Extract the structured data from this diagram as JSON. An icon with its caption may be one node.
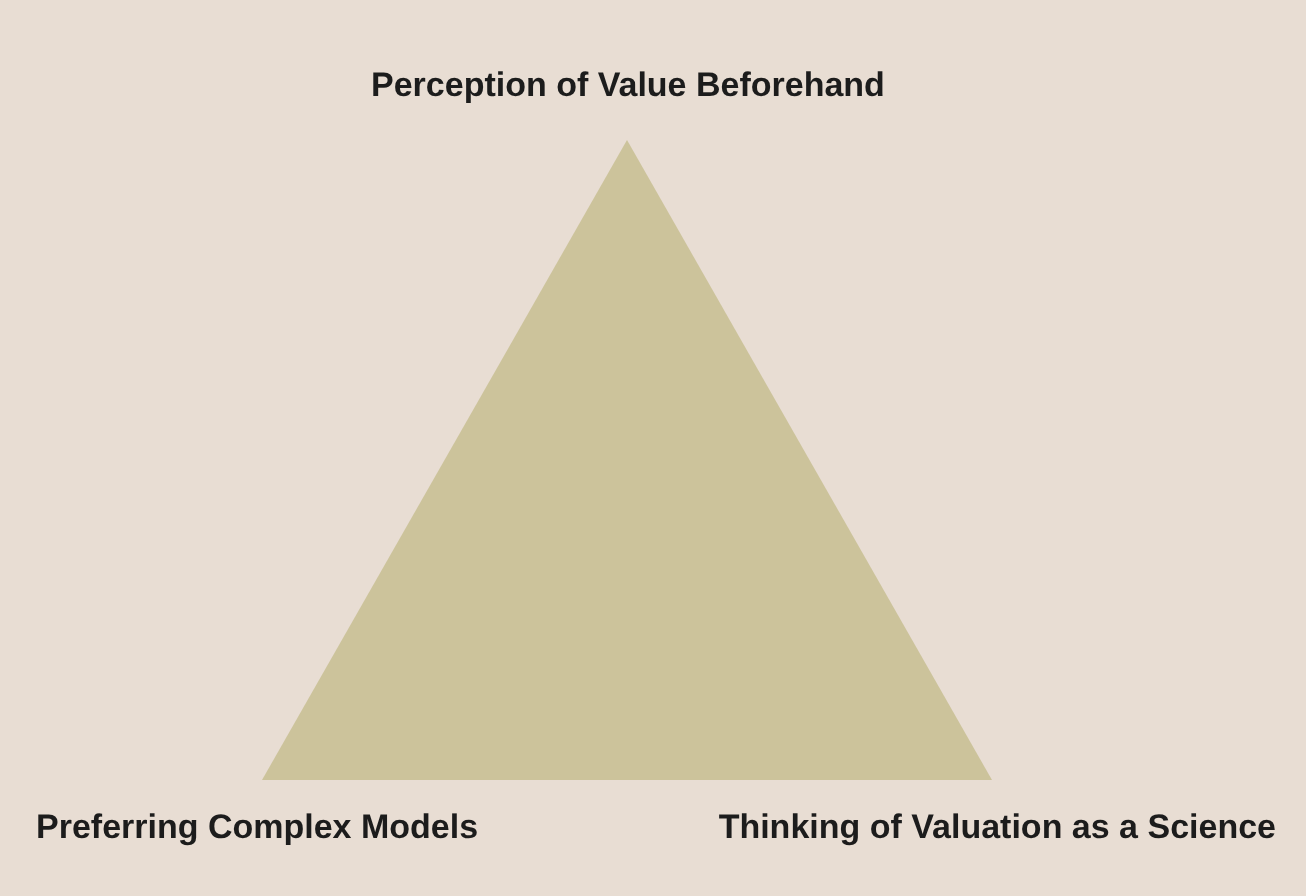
{
  "diagram": {
    "nodes": [
      {
        "text": [],
        "shape": "triangle"
      }
    ],
    "labels": [
      "Perception of Value Beforehand",
      "Preferring Complex Models",
      "Thinking of Valuation as a Science"
    ]
  }
}
